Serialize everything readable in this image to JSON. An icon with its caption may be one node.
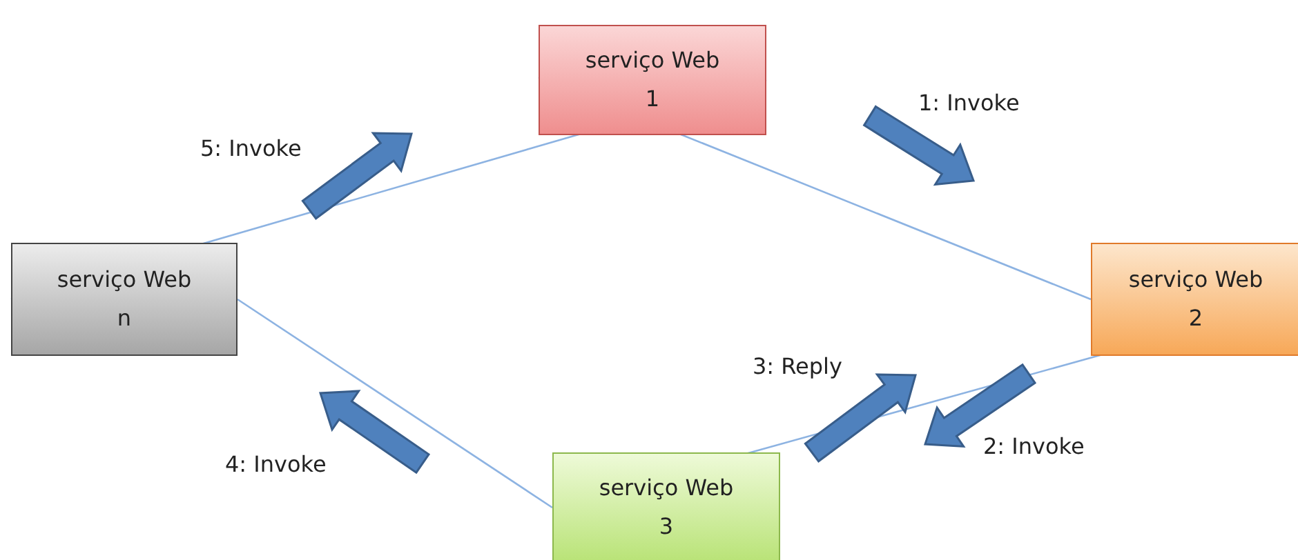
{
  "diagram": {
    "nodes": [
      {
        "text": [
          "serviço Web 1"
        ]
      },
      {
        "text": [
          "serviço Web 2"
        ]
      },
      {
        "text": [
          "serviço Web 3"
        ]
      },
      {
        "text": [
          "serviço Web n"
        ]
      }
    ],
    "edges": [
      {
        "from": 0,
        "to": 1,
        "arrow": "none"
      },
      {
        "from": 1,
        "to": 2,
        "arrow": "none"
      },
      {
        "from": 2,
        "to": 3,
        "arrow": "none"
      },
      {
        "from": 3,
        "to": 0,
        "arrow": "none"
      }
    ],
    "labels": [
      "1: Invoke",
      "5: Invoke",
      "3: Reply",
      "2: Invoke",
      "4: Invoke"
    ]
  }
}
